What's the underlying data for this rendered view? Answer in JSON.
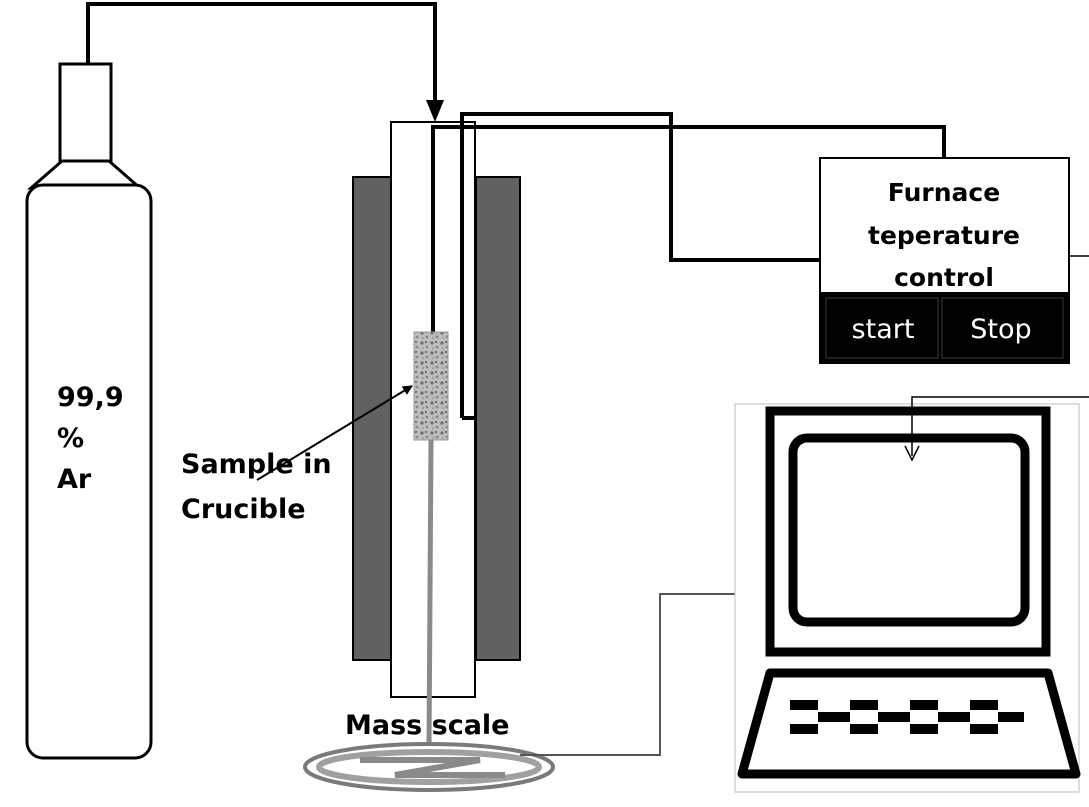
{
  "cylinder": {
    "lines": [
      "99,9",
      "%",
      "Ar"
    ]
  },
  "sample_label": {
    "lines": [
      "Sample in",
      "Crucible"
    ]
  },
  "mass_scale_label": "Mass scale",
  "controller": {
    "title_lines": [
      "Furnace",
      "teperature",
      "control"
    ],
    "start_label": "start",
    "stop_label": "Stop"
  },
  "colors": {
    "line": "#000000",
    "heater": "#616161",
    "rod": "#8a8a8a",
    "scale": "#a0a0a0",
    "button_bg": "#000000"
  }
}
